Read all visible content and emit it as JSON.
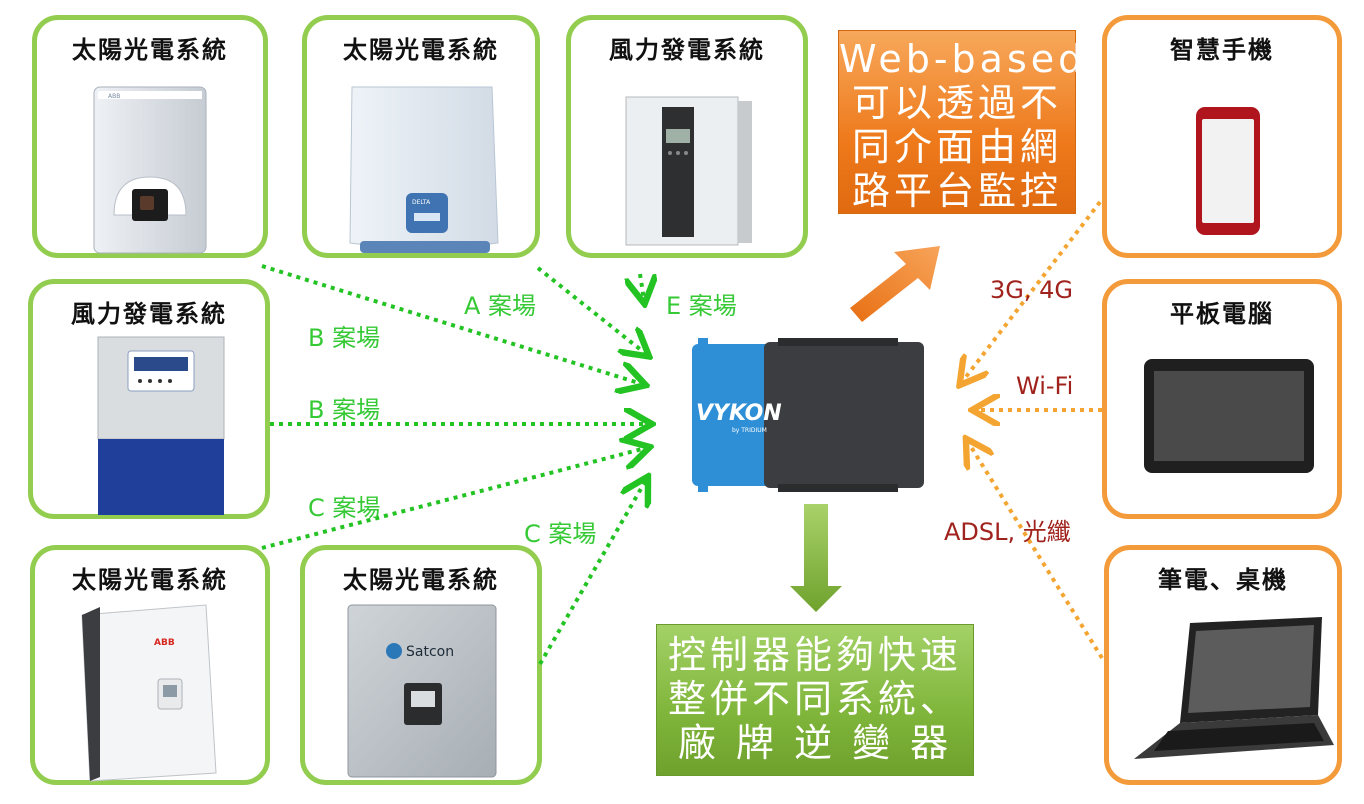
{
  "sources": [
    {
      "id": "solar-1",
      "title": "太陽光電系統",
      "logo_text": "ABB"
    },
    {
      "id": "solar-2",
      "title": "太陽光電系統",
      "logo_text": "DELTA"
    },
    {
      "id": "wind-1",
      "title": "風力發電系統"
    },
    {
      "id": "wind-2",
      "title": "風力發電系統"
    },
    {
      "id": "solar-3",
      "title": "太陽光電系統",
      "logo_text": "ABB"
    },
    {
      "id": "solar-4",
      "title": "太陽光電系統",
      "logo_text": "Satcon"
    }
  ],
  "devices": [
    {
      "id": "smartphone",
      "title": "智慧手機"
    },
    {
      "id": "tablet",
      "title": "平板電腦"
    },
    {
      "id": "laptop",
      "title": "筆電、桌機"
    }
  ],
  "controller": {
    "brand": "VYKON",
    "sub_brand": "by TRIDIUM"
  },
  "site_labels": {
    "a": "A 案場",
    "b1": "B 案場",
    "b2": "B 案場",
    "c1": "C 案場",
    "c2": "C 案場",
    "e": "E 案場"
  },
  "network_labels": {
    "mobile": "3G, 4G",
    "wifi": "Wi-Fi",
    "wired": "ADSL, 光纖"
  },
  "callouts": {
    "web": [
      "Web-based",
      "可以透過不",
      "同介面由網",
      "路平台監控"
    ],
    "controller": [
      "控制器能夠快速",
      "整併不同系統、",
      "廠 牌 逆 變 器"
    ]
  },
  "colors": {
    "green_border": "#92cd4f",
    "orange_border": "#f39a3a",
    "green_arrow": "#22c322",
    "orange_arrow": "#f4a430",
    "label_red": "#a0221c"
  }
}
